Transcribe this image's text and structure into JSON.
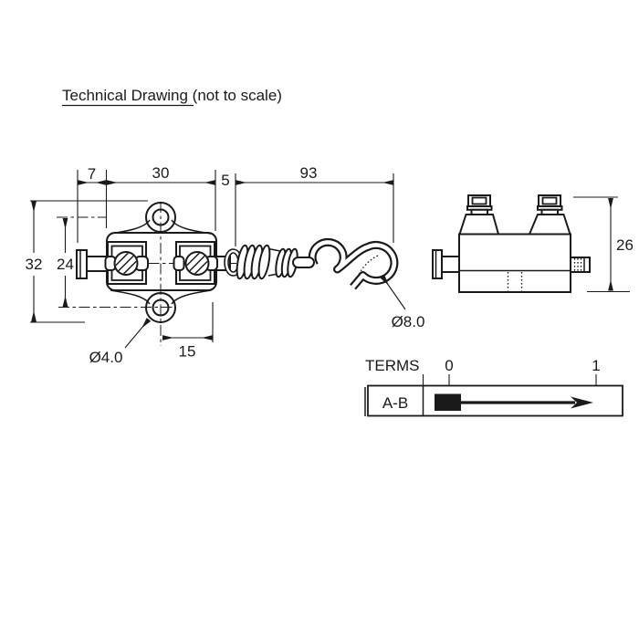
{
  "title": {
    "main": "Technical Drawing",
    "suffix": " (not to scale)"
  },
  "front_view": {
    "dim_flange_offset": "7",
    "dim_body_width": "30",
    "dim_gap": "5",
    "dim_spring_hook_length": "93",
    "dim_overall_height": "32",
    "dim_hole_spacing": "24",
    "dim_half_width": "15",
    "label_mount_hole_dia": "Ø4.0",
    "label_hook_dia": "Ø8.0"
  },
  "side_view": {
    "dim_height": "26"
  },
  "terms_table": {
    "title": "TERMS",
    "scale_start": "0",
    "scale_end": "1",
    "row_label": "A-B"
  },
  "colors": {
    "line": "#1a1a1a",
    "background": "#ffffff",
    "table_marker": "#1a1a1a"
  }
}
